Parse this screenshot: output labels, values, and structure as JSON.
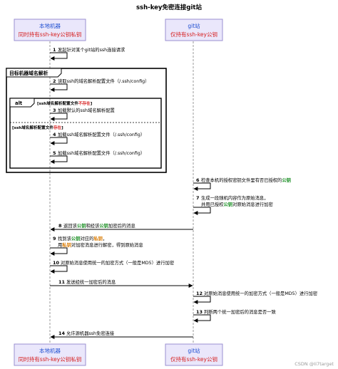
{
  "title": "ssh-key免密连接git站",
  "participants": [
    {
      "id": "local",
      "name": "本地机器",
      "role": "同时持有ssh-key公钥私钥"
    },
    {
      "id": "git",
      "name": "git站",
      "role": "仅持有ssh-key公钥"
    }
  ],
  "frames": {
    "outer": {
      "label": "目标机器域名解析"
    },
    "alt": {
      "label": "alt",
      "guard1_prefix": "[ssh域名解析配置文件",
      "guard1_highlight": "不存在",
      "guard1_suffix": "]",
      "guard2_prefix": "[ssh域名解析配置文件",
      "guard2_highlight": "存在",
      "guard2_suffix": "]"
    }
  },
  "messages": [
    {
      "n": "1",
      "from": "local",
      "to": "local",
      "lines": [
        [
          {
            "t": "发起针对某个git站的ssh连接请求"
          }
        ]
      ]
    },
    {
      "n": "2",
      "from": "local",
      "to": "local",
      "lines": [
        [
          {
            "t": "读取ssh的域名解析配置文件（/.ssh/config）"
          }
        ]
      ]
    },
    {
      "n": "3",
      "from": "local",
      "to": "local",
      "lines": [
        [
          {
            "t": "加载默认的ssh域名解析配置"
          }
        ]
      ]
    },
    {
      "n": "4",
      "from": "local",
      "to": "local",
      "lines": [
        [
          {
            "t": "加载ssh域名解析配置文件（/.ssh/config）"
          }
        ]
      ]
    },
    {
      "n": "5",
      "from": "local",
      "to": "local",
      "lines": [
        [
          {
            "t": "加载ssh域名解析配置文件（/.ssh/config）"
          }
        ]
      ]
    },
    {
      "n": "6",
      "from": "git",
      "to": "git",
      "lines": [
        [
          {
            "t": "检查本机的授权密钥文件里有否已授权的"
          },
          {
            "t": "公钥",
            "c": "green"
          }
        ]
      ]
    },
    {
      "n": "7",
      "from": "git",
      "to": "git",
      "lines": [
        [
          {
            "t": "生成一段随机内容作为原始消息，"
          }
        ],
        [
          {
            "t": "并用已授权"
          },
          {
            "t": "公钥",
            "c": "green"
          },
          {
            "t": "对原始消息进行加密"
          }
        ]
      ]
    },
    {
      "n": "8",
      "from": "git",
      "to": "local",
      "lines": [
        [
          {
            "t": "返回该"
          },
          {
            "t": "公钥",
            "c": "green"
          },
          {
            "t": "和经该"
          },
          {
            "t": "公钥",
            "c": "green"
          },
          {
            "t": "加密后的消息"
          }
        ]
      ]
    },
    {
      "n": "9",
      "from": "local",
      "to": "local",
      "lines": [
        [
          {
            "t": "找到该"
          },
          {
            "t": "公钥",
            "c": "green"
          },
          {
            "t": "对应的"
          },
          {
            "t": "私钥",
            "c": "orange"
          },
          {
            "t": "，"
          }
        ],
        [
          {
            "t": "用"
          },
          {
            "t": "私钥",
            "c": "orange"
          },
          {
            "t": "对加密消息进行解密，得到原始消息"
          }
        ]
      ]
    },
    {
      "n": "10",
      "from": "local",
      "to": "local",
      "lines": [
        [
          {
            "t": "对原始消息使用统一的加密方式（一般是MD5）进行加密"
          }
        ]
      ]
    },
    {
      "n": "11",
      "from": "local",
      "to": "git",
      "lines": [
        [
          {
            "t": "发送经统一加密后的消息"
          }
        ]
      ]
    },
    {
      "n": "12",
      "from": "git",
      "to": "git",
      "lines": [
        [
          {
            "t": "对原始消息使用统一的加密方式（一般是MD5）进行加密"
          }
        ]
      ]
    },
    {
      "n": "13",
      "from": "git",
      "to": "git",
      "lines": [
        [
          {
            "t": "判断两个统一加密后的消息是否一致"
          }
        ]
      ]
    },
    {
      "n": "14",
      "from": "git",
      "to": "local",
      "lines": [
        [
          {
            "t": "允许源机器ssh免密连接"
          }
        ]
      ]
    }
  ],
  "colors": {
    "participant_fill": "#eae7fb",
    "participant_border": "#9a8fd0",
    "frame_fill": "#ffffff",
    "lifeline": "#9a9a9a",
    "green": "#118a1b",
    "orange": "#d97a00",
    "red": "#d61c1c"
  },
  "watermark": "CSDN @Ii7target"
}
